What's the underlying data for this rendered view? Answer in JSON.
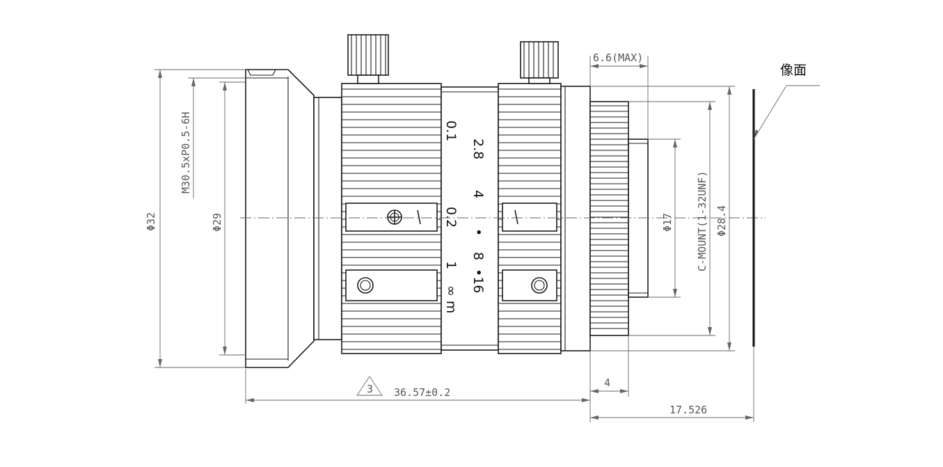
{
  "drawing": {
    "dimensions": {
      "outer_diameter": "Φ32",
      "filter_thread": "M30.5xP0.5-6H",
      "front_diameter": "Φ29",
      "overall_length": "36.57±0.2",
      "note_number": "3",
      "max_protrusion": "6.6(MAX)",
      "rear_diameter": "Φ17",
      "mount_spec": "C-MOUNT(1-32UNF)",
      "mount_diameter": "Φ28.4",
      "thread_length": "4",
      "flange_back": "17.526"
    },
    "image_plane_label": "像面",
    "aperture_scale": [
      "2.8",
      "4",
      "•",
      "8",
      "•16"
    ],
    "focus_scale": [
      "0.1",
      "0.2",
      "1",
      "∞ m"
    ]
  }
}
